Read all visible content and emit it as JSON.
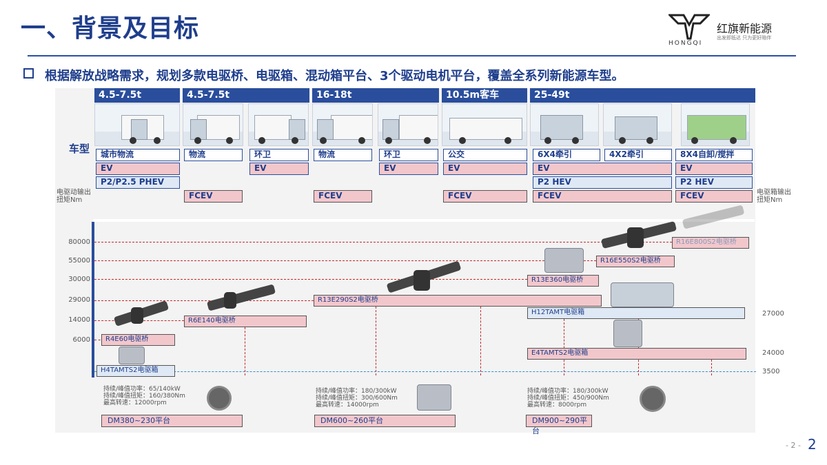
{
  "title": "一、背景及目标",
  "logo": {
    "cn": "红旗新能源",
    "en": "HONGQI",
    "sub": "出发即抵达 只为更好陪伴"
  },
  "bullet": "根据解放战略需求，规划多款电驱桥、电驱箱、混动箱平台、3个驱动电机平台，覆盖全系列新能源车型。",
  "vehicle_type_label": "车型",
  "left_axis_label": "电驱动输出扭矩Nm",
  "right_axis_label": "电驱箱输出扭矩Nm",
  "segments": [
    {
      "label": "4.5-7.5t"
    },
    {
      "label": "4.5-7.5t"
    },
    {
      "label": "16-18t"
    },
    {
      "label": "10.5m客车"
    },
    {
      "label": "25-49t"
    }
  ],
  "tags": {
    "urban_logistics": "城市物流",
    "ev1": "EV",
    "phev": "P2/P2.5 PHEV",
    "logistics1": "物流",
    "sanitation1": "环卫",
    "ev2": "EV",
    "fcev1": "FCEV",
    "logistics2": "物流",
    "fcev2": "FCEV",
    "sanitation2": "环卫",
    "ev3": "EV",
    "bus": "公交",
    "ev4": "EV",
    "fcev3": "FCEV",
    "tractor6x4": "6X4牵引",
    "ev5": "EV",
    "hev1": "P2 HEV",
    "fcev4": "FCEV",
    "tractor4x2": "4X2牵引",
    "dump8x4": "8X4自卸/搅拌",
    "ev6": "EV",
    "hev2": "P2 HEV",
    "fcev5": "FCEV"
  },
  "y_ticks_left": [
    "80000",
    "55000",
    "30000",
    "29000",
    "14000",
    "6000"
  ],
  "y_ticks_right": [
    "27000",
    "24000",
    "3500"
  ],
  "products": {
    "r16e800": "R16E800S2电驱桥",
    "r16e550": "R16E550S2电驱桥",
    "r13e360": "R13E360电驱桥",
    "r13e290": "R13E290S2电驱桥",
    "h12": "H12TAMT电驱箱",
    "r6e140": "R6E140电驱桥",
    "r4e60": "R4E60电驱桥",
    "e4": "E4TAMTS2电驱箱",
    "h4": "H4TAMTS2电驱箱"
  },
  "motor_platforms": [
    {
      "spec1": "持续/峰值功率：65/140kW",
      "spec2": "持续/峰值扭矩：160/380Nm",
      "spec3": "最高转速：12000rpm",
      "name": "DM380~230平台"
    },
    {
      "spec1": "持续/峰值功率：180/300kW",
      "spec2": "持续/峰值扭矩：300/600Nm",
      "spec3": "最高转速：14000rpm",
      "name": "DM600~260平台"
    },
    {
      "spec1": "持续/峰值功率：180/300kW",
      "spec2": "持续/峰值扭矩：450/900Nm",
      "spec3": "最高转速：8000rpm",
      "name": "DM900~290平台"
    }
  ],
  "page_small": "- 2 -",
  "page_big": "2",
  "colors": {
    "primary": "#1f3e8c",
    "header": "#2a4e9c",
    "pink": "#f2c7cc",
    "red_dash": "#c0282d",
    "blue_dash": "#2f8fd0"
  }
}
